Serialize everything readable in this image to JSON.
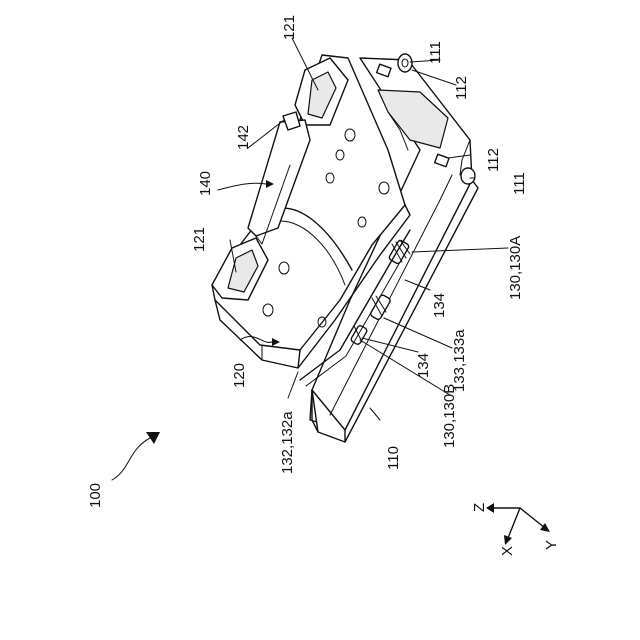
{
  "labels": {
    "device": "100",
    "base": "110",
    "pin_top": "111",
    "pin_bottom": "111",
    "slot_top": "112",
    "slot_bottom": "112",
    "plate": "120",
    "handle_top": "121",
    "handle_left": "121",
    "bar": "140",
    "tab": "142",
    "spring_a": "130,130A",
    "spring_b": "130,130B",
    "roller_top": "134",
    "roller_bottom": "134",
    "spring_coil": "133,133a",
    "rail": "132,132a"
  },
  "axes": {
    "z": "Z",
    "x": "X",
    "y": "Y"
  }
}
